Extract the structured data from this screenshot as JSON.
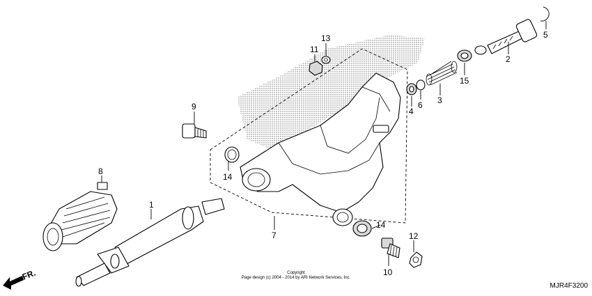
{
  "callouts": {
    "c1": "1",
    "c2": "2",
    "c3": "3",
    "c4": "4",
    "c5": "5",
    "c6": "6",
    "c7": "7",
    "c8": "8",
    "c9": "9",
    "c10": "10",
    "c11": "11",
    "c12": "12",
    "c13": "13",
    "c14a": "14",
    "c14b": "14",
    "c15": "15"
  },
  "direction_label": "FR.",
  "copyright_line1": "Copyright",
  "copyright_line2": "Page design (c) 2004 - 2014 by ARI Network Services, Inc.",
  "diagram_code": "MJR4F3200"
}
